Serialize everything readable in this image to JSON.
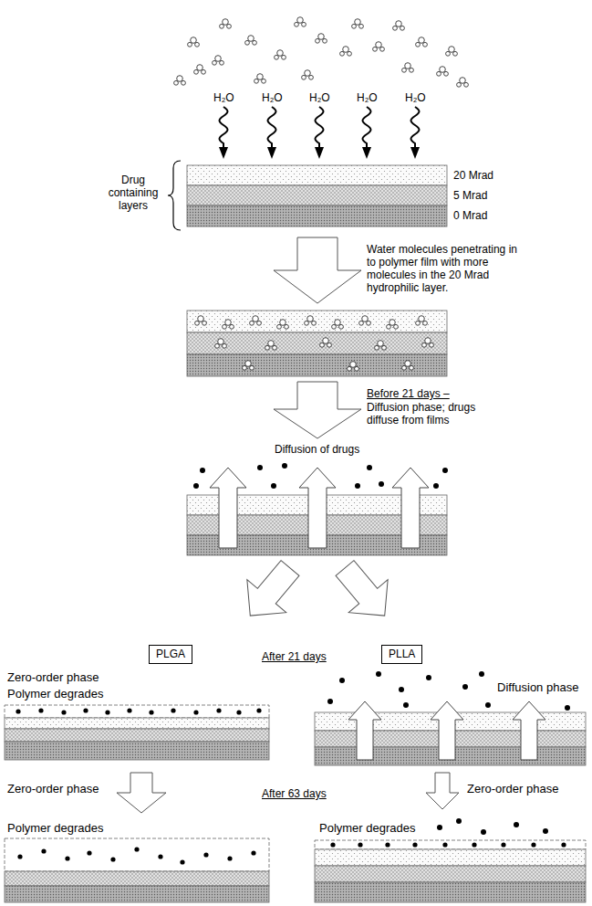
{
  "diagram": {
    "nodes": [
      {
        "text": [
          "PLGA"
        ]
      },
      {
        "text": [
          "PLLA"
        ]
      }
    ],
    "labels": [
      "H₂O",
      "H₂O",
      "H₂O",
      "H₂O",
      "H₂O",
      "Drug containing layers",
      "20 Mrad",
      "5 Mrad",
      "0 Mrad",
      "Water molecules penetrating in to polymer film with more molecules in the 20 Mrad hydrophilic layer.",
      "Before 21 days –",
      "Diffusion phase; drugs diffuse from films",
      "Diffusion of drugs",
      "After 21 days",
      "Zero-order phase",
      "Polymer degrades",
      "Diffusion phase",
      "Zero-order phase",
      "After 63 days",
      "Zero-order phase",
      "Polymer degrades",
      "Polymer degrades"
    ]
  }
}
